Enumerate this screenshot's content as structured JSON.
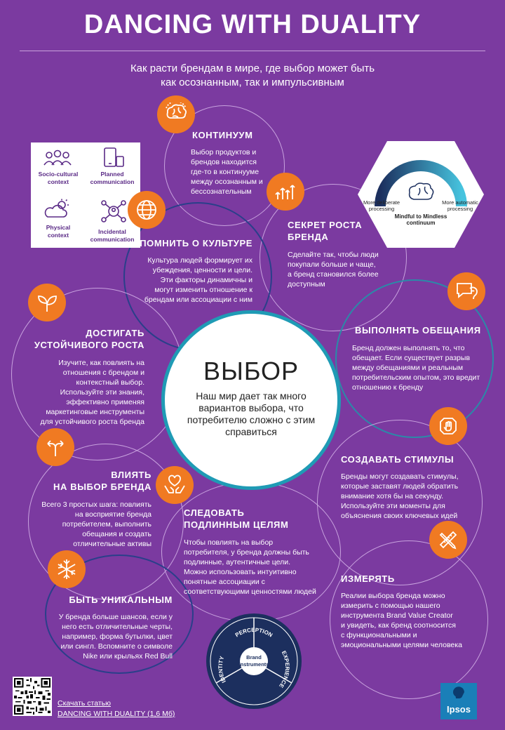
{
  "header": {
    "title": "DANCING WITH DUALITY",
    "subtitle_line1": "Как расти брендам в мире, где выбор может быть",
    "subtitle_line2": "как осознанным,  так и импульсивным"
  },
  "center": {
    "title": "ВЫБОР",
    "text_lines": [
      "Наш мир дает так много",
      "вариантов выбора, что",
      "потребителю сложно с этим",
      "справиться"
    ]
  },
  "context_panel": {
    "items": [
      {
        "label_lines": [
          "Socio-cultural",
          "context"
        ],
        "icon": "people-icon"
      },
      {
        "label_lines": [
          "Planned",
          "communication"
        ],
        "icon": "devices-icon"
      },
      {
        "label_lines": [
          "Physical",
          "context"
        ],
        "icon": "weather-icon"
      },
      {
        "label_lines": [
          "Incidental",
          "communication"
        ],
        "icon": "network-icon"
      }
    ]
  },
  "continuum_diagram": {
    "left_label_lines": [
      "More deliberate",
      "processing"
    ],
    "right_label_lines": [
      "More automatic",
      "processing"
    ],
    "caption_lines": [
      "Mindful to Mindless",
      "continuum"
    ]
  },
  "sections": {
    "continuum": {
      "heading": "КОНТИНУУМ",
      "icon": "brain-icon",
      "lines": [
        "Выбор продуктов и",
        "брендов находится",
        "где-то в континууме",
        "между осознанным и",
        "бессознательным"
      ]
    },
    "growth_secret": {
      "heading_lines": [
        "СЕКРЕТ РОСТА",
        "БРЕНДА"
      ],
      "icon": "growth-arrows-icon",
      "lines": [
        "Сделайте так, чтобы люди",
        "покупали больше и чаще,",
        "а бренд становился более",
        "доступным"
      ]
    },
    "culture": {
      "heading": "ПОМНИТЬ  О КУЛЬТУРЕ",
      "icon": "globe-icon",
      "lines": [
        "Культура людей формирует их",
        "убеждения, ценности и цели.",
        "Эти факторы динамичны и",
        "могут изменить отношение к",
        "брендам или  ассоциации с ним"
      ]
    },
    "promises": {
      "heading": "ВЫПОЛНЯТЬ  ОБЕЩАНИЯ",
      "icon": "speech-ear-icon",
      "lines": [
        "Бренд должен выполнять то, что",
        "обещает.  Если существует разрыв",
        "между обещаниями и реальным",
        "потребительским опытом, это вредит",
        "отношению к бренду"
      ]
    },
    "sustainable_growth": {
      "heading_lines": [
        "ДОСТИГАТЬ",
        "УСТОЙЧИВОГО  РОСТА"
      ],
      "icon": "sprout-icon",
      "lines": [
        "Изучите, как повлиять на",
        "отношения с брендом  и",
        "контекстный выбор.",
        "Используйте эти знания,",
        "эффективно применяя",
        "маркетинговые инструменты",
        "для устойчивого роста бренда"
      ]
    },
    "stimuli": {
      "heading": "СОЗДАВАТЬ  СТИМУЛЫ",
      "icon": "hand-stop-icon",
      "lines": [
        "Бренды могут создавать стимулы,",
        "которые заставят людей обратить",
        "внимание хотя бы на секунду.",
        "Используйте эти моменты для",
        "объяснения своих ключевых идей"
      ]
    },
    "influence": {
      "heading_lines": [
        "ВЛИЯТЬ",
        "НА ВЫБОР БРЕНДА"
      ],
      "icon": "split-arrow-icon",
      "lines": [
        "Всего 3 простых шага: повлиять",
        "на восприятие бренда",
        "потребителем, выполнить",
        "обещания  и создать",
        "отличительные активы"
      ]
    },
    "purpose": {
      "heading_lines": [
        "СЛЕДОВАТЬ",
        "ПОДЛИННЫМ  ЦЕЛЯМ"
      ],
      "icon": "heart-hands-icon",
      "lines": [
        "Чтобы повлиять на выбор",
        "потребителя, у бренда должны   быть",
        "подлинные, аутентичные цели.",
        "Можно использовать интуитивно",
        "понятные ассоциации с",
        "соответствующими ценностями людей"
      ]
    },
    "measure": {
      "heading": "ИЗМЕРЯТЬ",
      "icon": "ruler-pencil-icon",
      "lines": [
        "Реалии выбора бренда можно",
        "измерить с помощью нашего",
        "инструмента Brand Value Creator",
        "и увидеть, как бренд соотносится",
        "с функциональными и",
        "эмоциональными целями человека"
      ]
    },
    "unique": {
      "heading": "БЫТЬ  УНИКАЛЬНЫМ",
      "icon": "snowflake-icon",
      "lines": [
        "У бренда больше шансов, если у",
        "него есть отличительные черты,",
        "например, форма бутылки, цвет",
        "или сингл. Вспомните о символе",
        "Nike или крыльях Red Bull"
      ]
    }
  },
  "brand_wheel": {
    "center_lines": [
      "Brand",
      "Instruments"
    ],
    "segments": [
      "PERCEPTION",
      "EXPERIENCE",
      "IDENTITY"
    ]
  },
  "footer": {
    "download_line1": "Скачать статью",
    "download_line2": "DANCING  WITH  DUALITY  (1,6 Мб)",
    "logo_text": "Ipsos"
  },
  "colors": {
    "background": "#7b3aa0",
    "accent": "#f07a22",
    "navy": "#1c2f5e",
    "teal": "#1f9bb5"
  }
}
